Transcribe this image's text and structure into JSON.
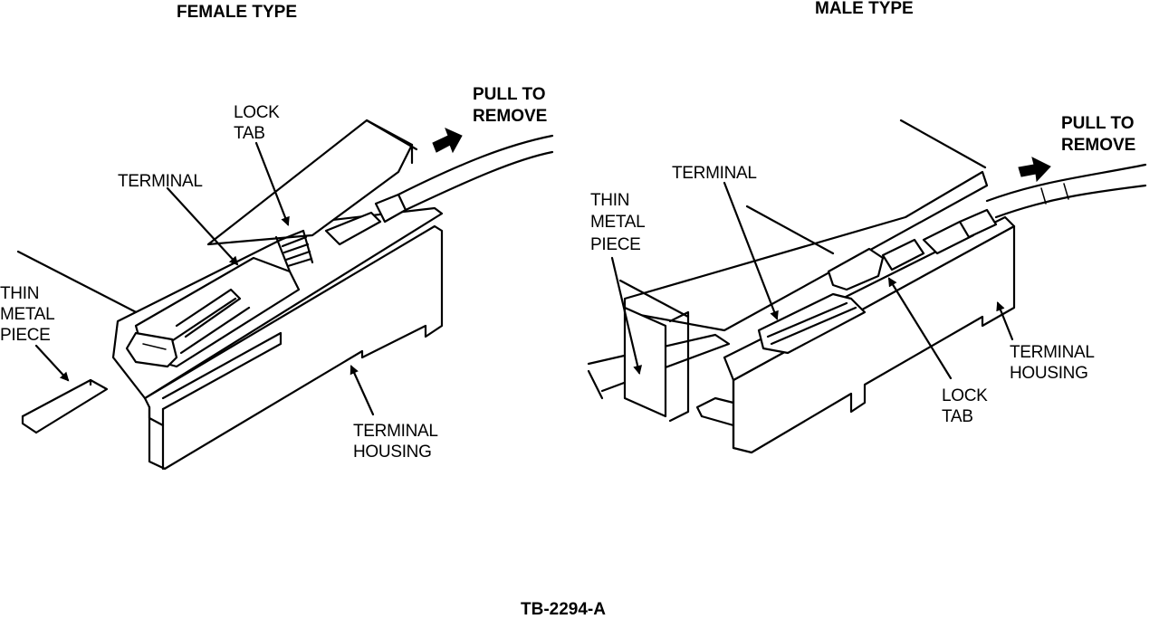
{
  "female": {
    "title": "FEMALE TYPE",
    "pull_line1": "PULL TO",
    "pull_line2": "REMOVE",
    "lock_line1": "LOCK",
    "lock_line2": "TAB",
    "terminal": "TERMINAL",
    "thin_line1": "THIN",
    "thin_line2": "METAL",
    "thin_line3": "PIECE",
    "housing_line1": "TERMINAL",
    "housing_line2": "HOUSING"
  },
  "male": {
    "title": "MALE TYPE",
    "pull_line1": "PULL TO",
    "pull_line2": "REMOVE",
    "terminal": "TERMINAL",
    "thin_line1": "THIN",
    "thin_line2": "METAL",
    "thin_line3": "PIECE",
    "lock_line1": "LOCK",
    "lock_line2": "TAB",
    "housing_line1": "TERMINAL",
    "housing_line2": "HOUSING"
  },
  "figure_id": "TB-2294-A"
}
